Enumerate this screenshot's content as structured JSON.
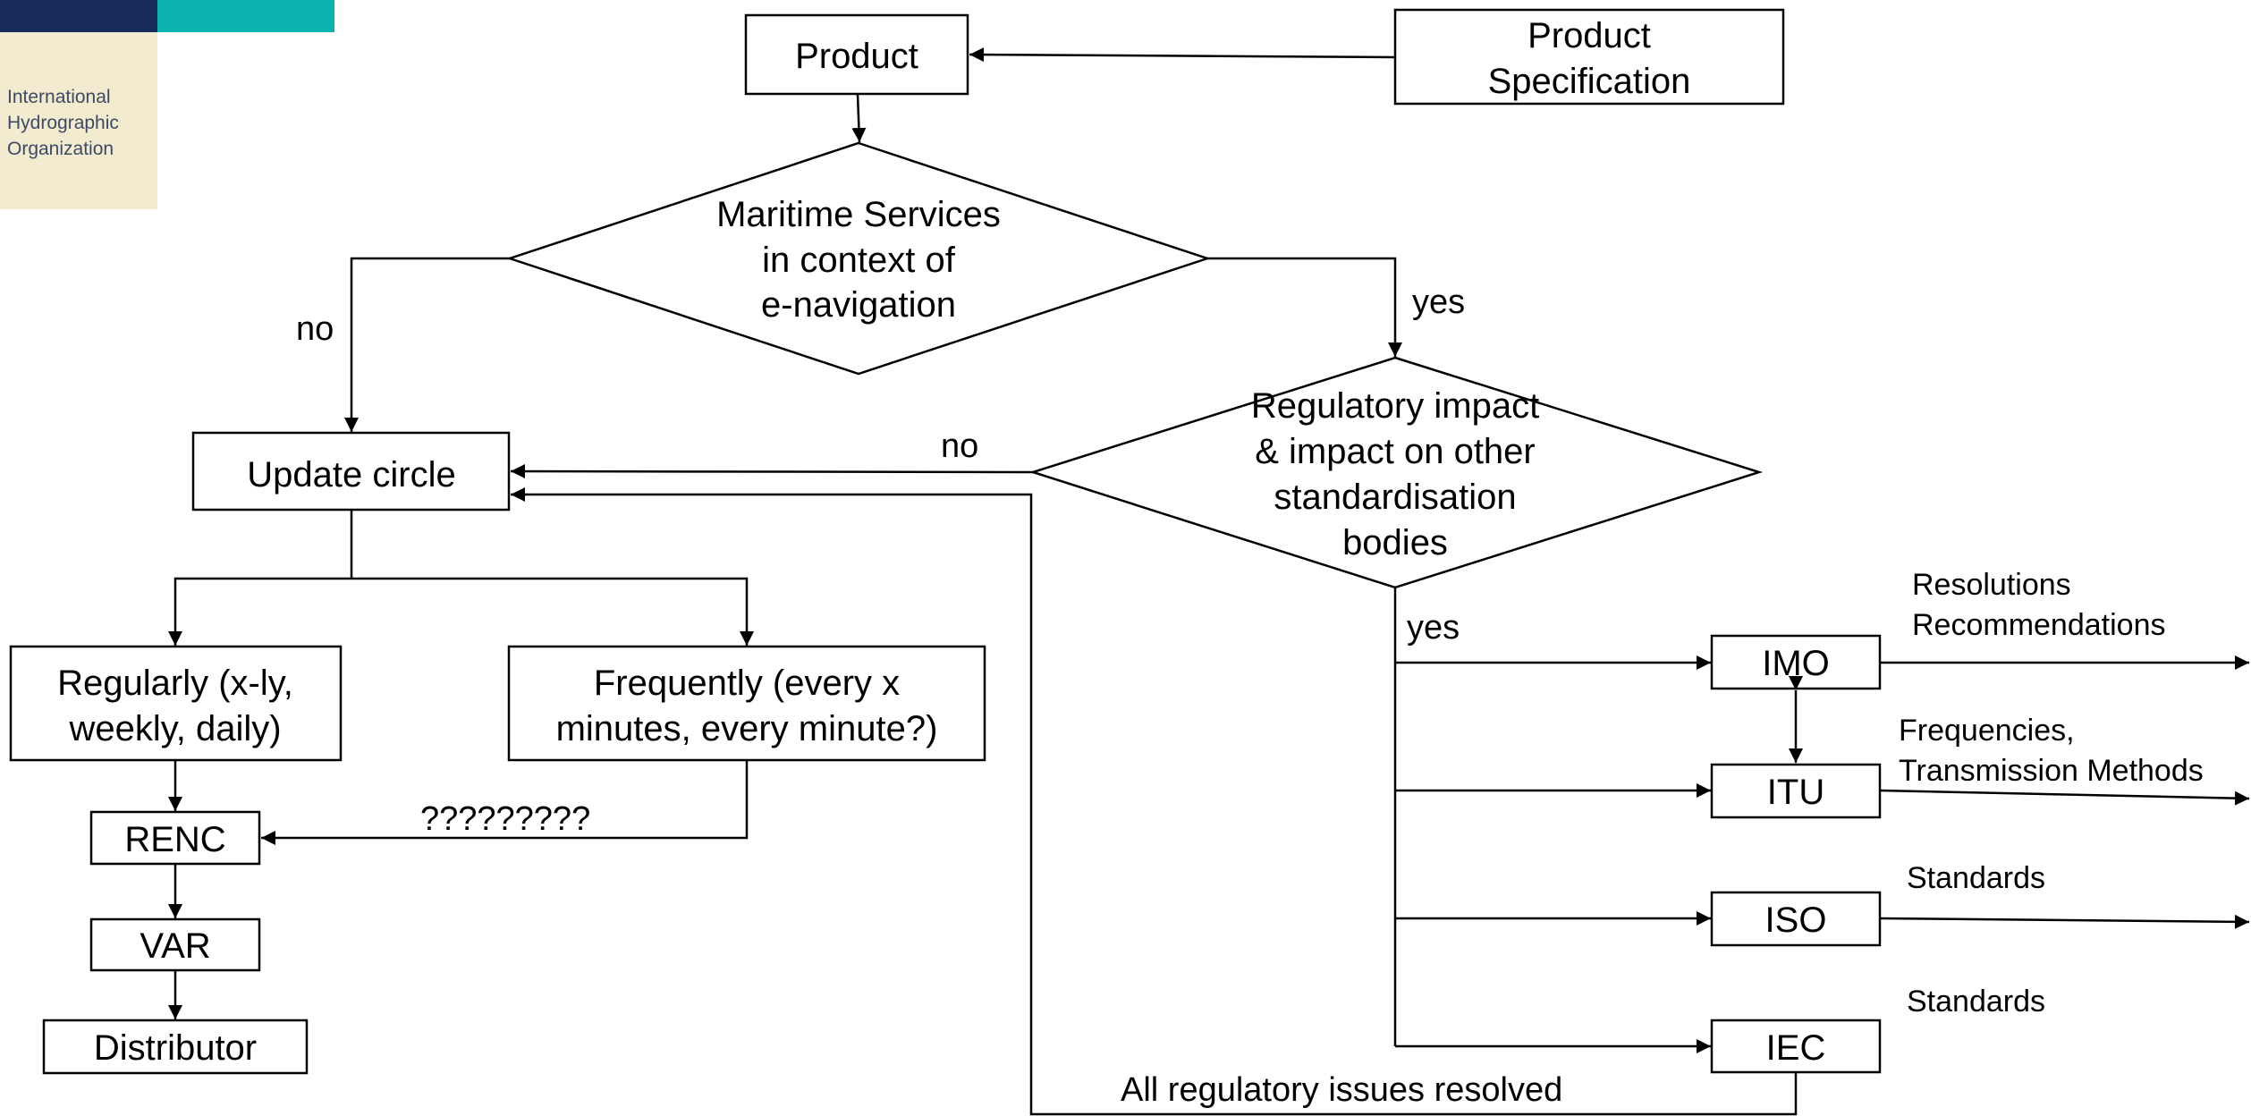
{
  "logo": {
    "line1": "International",
    "line2": "Hydrographic",
    "line3": "Organization",
    "colors": {
      "navy": "#172a5c",
      "teal": "#0ab3ae",
      "cream": "#f2ebcf"
    }
  },
  "nodes": {
    "product": "Product",
    "product_spec_line1": "Product",
    "product_spec_line2": "Specification",
    "maritime_line1": "Maritime Services",
    "maritime_line2": "in context of",
    "maritime_line3": "e-navigation",
    "regulatory_line1": "Regulatory impact",
    "regulatory_line2": "& impact on other",
    "regulatory_line3": "standardisation",
    "regulatory_line4": "bodies",
    "update_circle": "Update circle",
    "regularly_line1": "Regularly (x-ly,",
    "regularly_line2": "weekly, daily)",
    "frequently_line1": "Frequently (every x",
    "frequently_line2": "minutes, every minute?)",
    "renc": "RENC",
    "var": "VAR",
    "distributor": "Distributor",
    "imo": "IMO",
    "itu": "ITU",
    "iso": "ISO",
    "iec": "IEC"
  },
  "labels": {
    "no_left": "no",
    "yes_right": "yes",
    "no_middle": "no",
    "yes_bottom": "yes",
    "question_marks": "?????????",
    "all_resolved": "All regulatory issues resolved",
    "imo_out_line1": "Resolutions",
    "imo_out_line2": "Recommendations",
    "itu_out_line1": "Frequencies,",
    "itu_out_line2": "Transmission Methods",
    "iso_out": "Standards",
    "iec_out": "Standards"
  }
}
